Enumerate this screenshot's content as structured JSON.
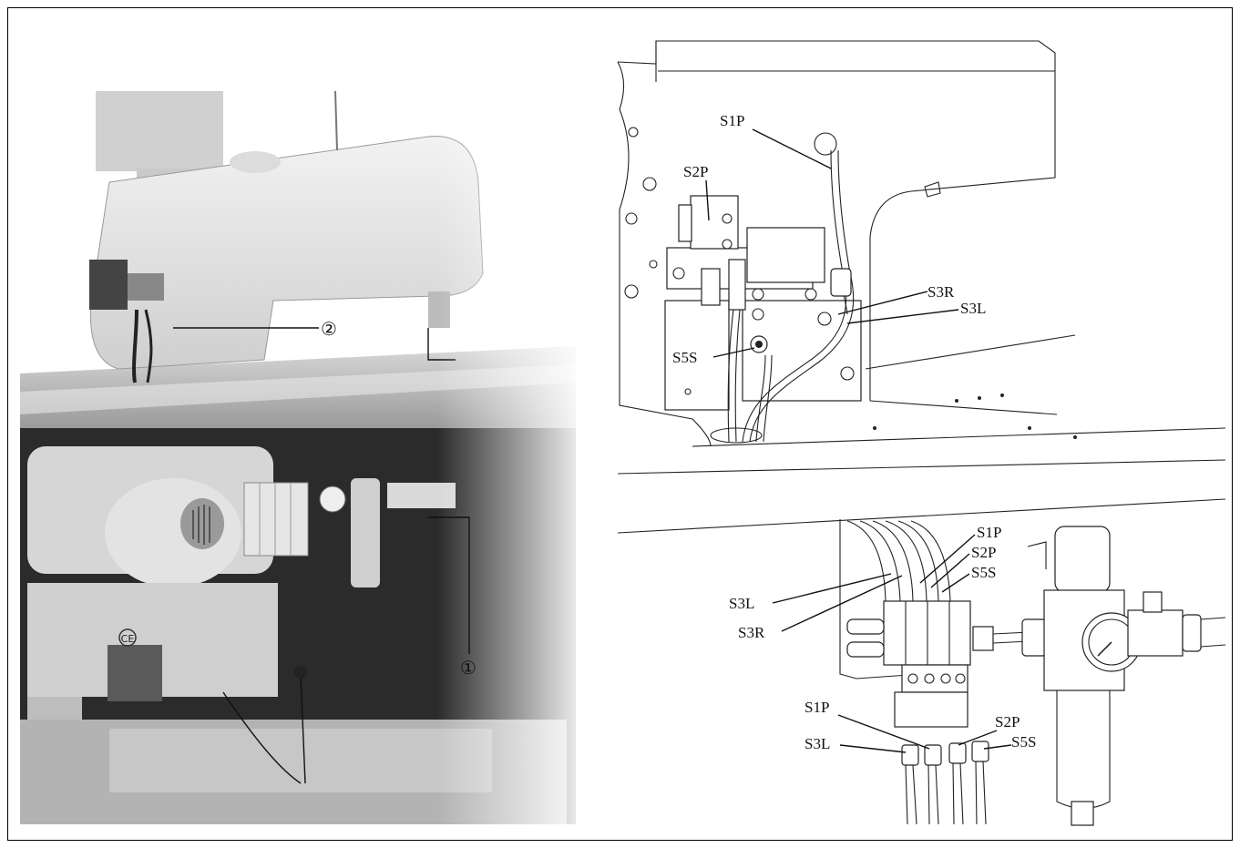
{
  "photo_callouts": {
    "callout_1": "①",
    "callout_2": "②",
    "ce_mark": "CE"
  },
  "top_drawing_labels": {
    "s1p": "S1P",
    "s2p": "S2P",
    "s3r": "S3R",
    "s3l": "S3L",
    "s5s": "S5S"
  },
  "bottom_drawing_labels": {
    "s1p": "S1P",
    "s2p": "S2P",
    "s5s": "S5S",
    "s3l": "S3L",
    "s3r": "S3R",
    "s1p_lower": "S1P",
    "s2p_lower": "S2P",
    "s5s_lower": "S5S",
    "s3l_lower": "S3L"
  }
}
